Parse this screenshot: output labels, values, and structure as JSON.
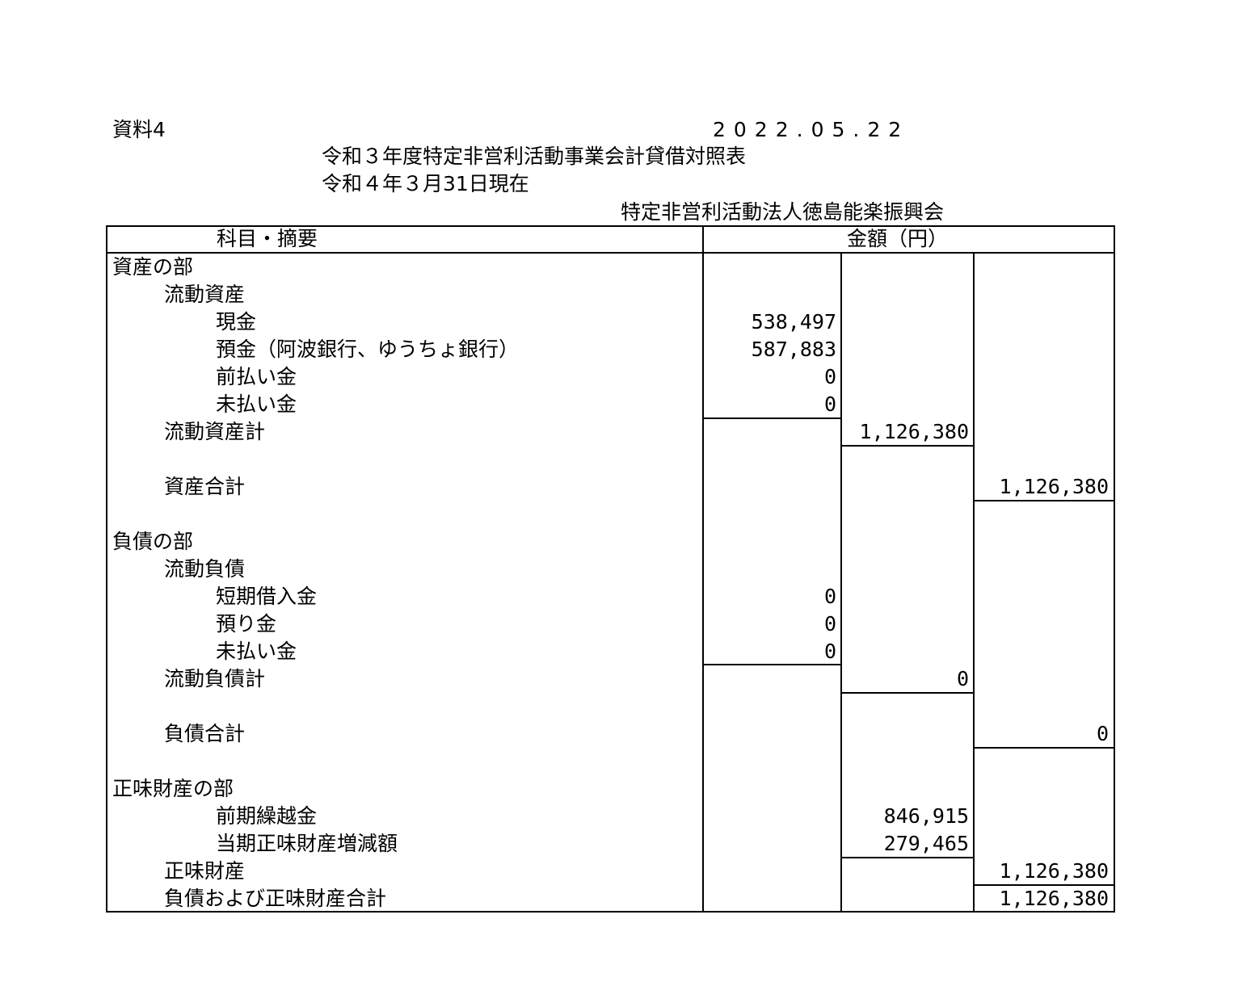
{
  "header": {
    "doc_label": "資料4",
    "date": "2022.05.22",
    "title": "令和３年度特定非営利活動事業会計貸借対照表",
    "as_of": "令和４年３月31日現在",
    "organization": "特定非営利活動法人徳島能楽振興会"
  },
  "table": {
    "col_subject": "科目・摘要",
    "col_amount": "金額（円）",
    "rows": [
      {
        "label": "資産の部",
        "c1": "",
        "c2": "",
        "c3": ""
      },
      {
        "label": "流動資産",
        "c1": "",
        "c2": "",
        "c3": ""
      },
      {
        "label": "現金",
        "c1": "538,497",
        "c2": "",
        "c3": ""
      },
      {
        "label": "預金（阿波銀行、ゆうちょ銀行）",
        "c1": "587,883",
        "c2": "",
        "c3": ""
      },
      {
        "label": "前払い金",
        "c1": "0",
        "c2": "",
        "c3": ""
      },
      {
        "label": "未払い金",
        "c1": "0",
        "c2": "",
        "c3": ""
      },
      {
        "label": "流動資産計",
        "c1": "",
        "c2": "1,126,380",
        "c3": ""
      },
      {
        "label": "資産合計",
        "c1": "",
        "c2": "",
        "c3": "1,126,380"
      },
      {
        "label": "負債の部",
        "c1": "",
        "c2": "",
        "c3": ""
      },
      {
        "label": "流動負債",
        "c1": "",
        "c2": "",
        "c3": ""
      },
      {
        "label": "短期借入金",
        "c1": "0",
        "c2": "",
        "c3": ""
      },
      {
        "label": "預り金",
        "c1": "0",
        "c2": "",
        "c3": ""
      },
      {
        "label": "未払い金",
        "c1": "0",
        "c2": "",
        "c3": ""
      },
      {
        "label": "流動負債計",
        "c1": "",
        "c2": "0",
        "c3": ""
      },
      {
        "label": "負債合計",
        "c1": "",
        "c2": "",
        "c3": "0"
      },
      {
        "label": "正味財産の部",
        "c1": "",
        "c2": "",
        "c3": ""
      },
      {
        "label": "前期繰越金",
        "c1": "",
        "c2": "846,915",
        "c3": ""
      },
      {
        "label": "当期正味財産増減額",
        "c1": "",
        "c2": "279,465",
        "c3": ""
      },
      {
        "label": "正味財産",
        "c1": "",
        "c2": "",
        "c3": "1,126,380"
      },
      {
        "label": "負債および正味財産合計",
        "c1": "",
        "c2": "",
        "c3": "1,126,380"
      }
    ]
  }
}
